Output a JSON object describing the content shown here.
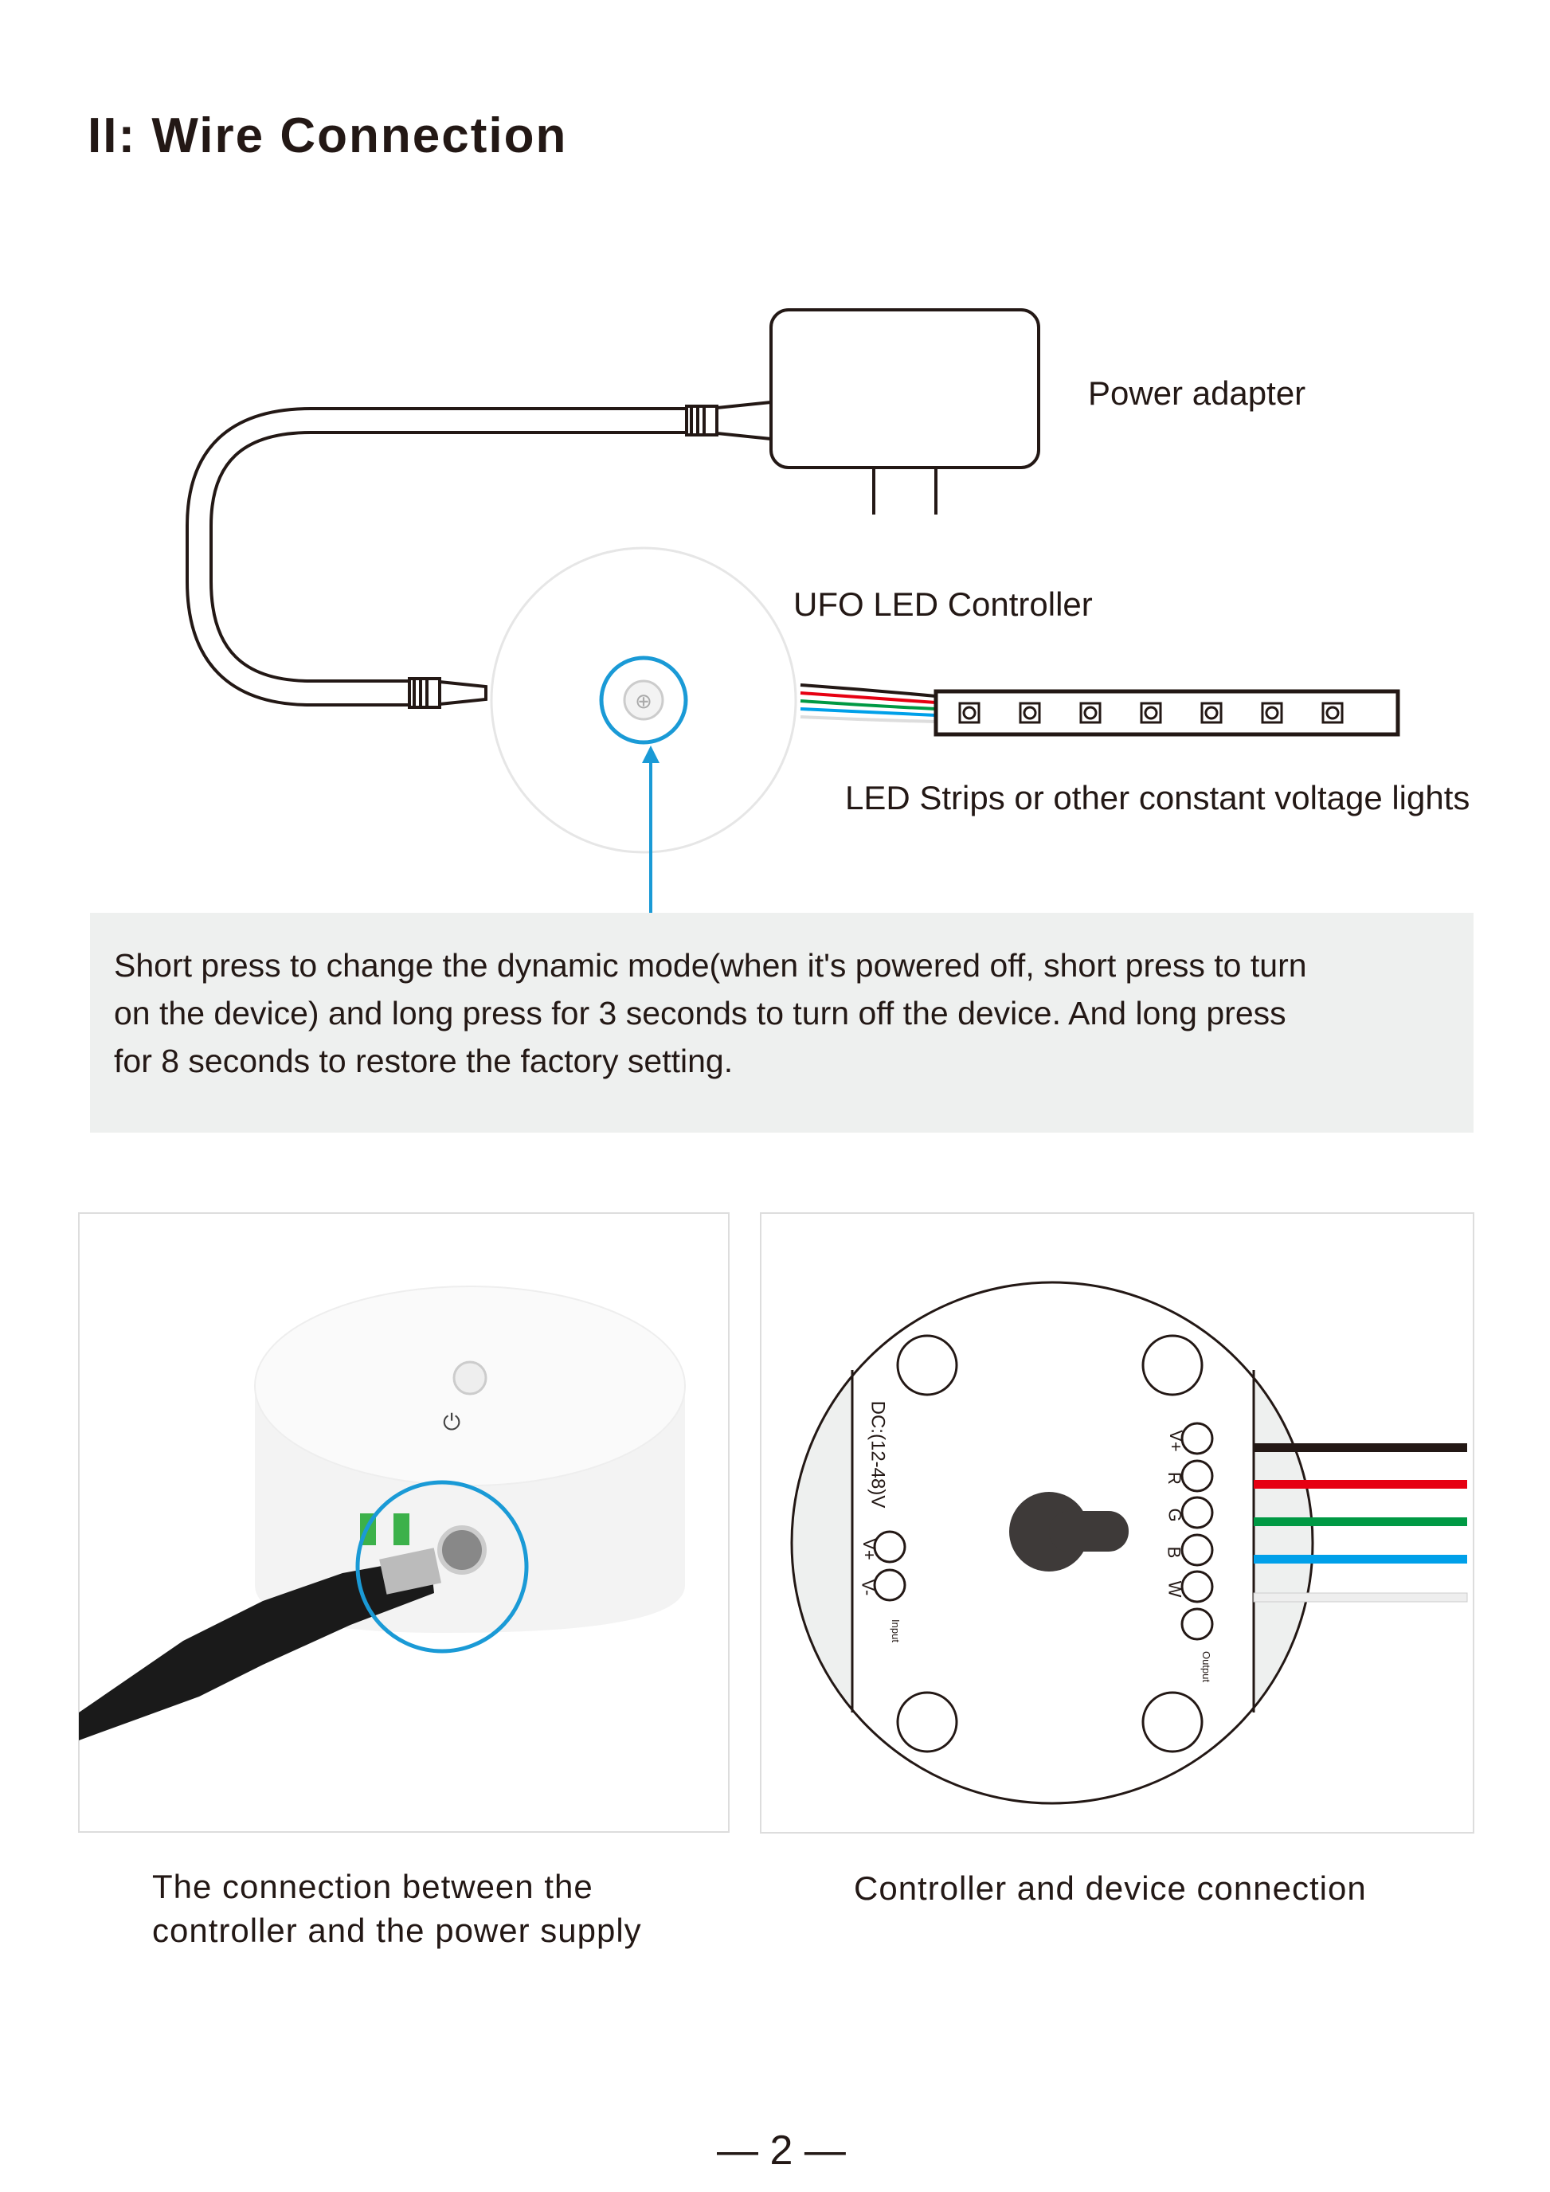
{
  "title": "II:  Wire Connection",
  "diagram": {
    "power_adapter_label": "Power adapter",
    "controller_label": "UFO LED Controller",
    "strip_label": "LED Strips or other constant voltage lights",
    "button_accent_color": "#1a9ad6"
  },
  "note": {
    "lines": [
      "Short press to change the dynamic mode(when it's powered off, short press to turn",
      " on the device) and long press for 3 seconds to turn off the device. And long press",
      "for 8 seconds to restore the factory setting."
    ]
  },
  "panels": {
    "left_caption": [
      "The connection between the",
      "controller and the power supply"
    ],
    "right_caption": "Controller and device connection",
    "back": {
      "dc_label": "DC:(12-48)V",
      "input_pins": [
        "V+",
        "V-"
      ],
      "input_label": "Input",
      "output_pins": [
        "V+",
        "R",
        "G",
        "B",
        "W"
      ],
      "output_label": "Output",
      "wire_colors": [
        "#231815",
        "#e60012",
        "#009944",
        "#00a0e9",
        "#eeeeee"
      ]
    }
  },
  "page_number": "— 2 —"
}
